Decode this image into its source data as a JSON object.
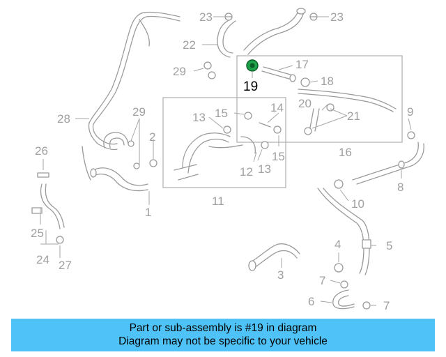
{
  "diagram": {
    "callouts": [
      {
        "id": "c23a",
        "label": "23"
      },
      {
        "id": "c23b",
        "label": "23"
      },
      {
        "id": "c22",
        "label": "22"
      },
      {
        "id": "c29a",
        "label": "29"
      },
      {
        "id": "c19",
        "label": "19"
      },
      {
        "id": "c17",
        "label": "17"
      },
      {
        "id": "c18",
        "label": "18"
      },
      {
        "id": "c20",
        "label": "20"
      },
      {
        "id": "c21",
        "label": "21"
      },
      {
        "id": "c16",
        "label": "16"
      },
      {
        "id": "c9",
        "label": "9"
      },
      {
        "id": "c28",
        "label": "28"
      },
      {
        "id": "c29b",
        "label": "29"
      },
      {
        "id": "c2",
        "label": "2"
      },
      {
        "id": "c13a",
        "label": "13"
      },
      {
        "id": "c15a",
        "label": "15"
      },
      {
        "id": "c14",
        "label": "14"
      },
      {
        "id": "c15b",
        "label": "15"
      },
      {
        "id": "c12",
        "label": "12"
      },
      {
        "id": "c13b",
        "label": "13"
      },
      {
        "id": "c11",
        "label": "11"
      },
      {
        "id": "c26",
        "label": "26"
      },
      {
        "id": "c1",
        "label": "1"
      },
      {
        "id": "c8",
        "label": "8"
      },
      {
        "id": "c10",
        "label": "10"
      },
      {
        "id": "c25",
        "label": "25"
      },
      {
        "id": "c24",
        "label": "24"
      },
      {
        "id": "c27",
        "label": "27"
      },
      {
        "id": "c4",
        "label": "4"
      },
      {
        "id": "c5",
        "label": "5"
      },
      {
        "id": "c3",
        "label": "3"
      },
      {
        "id": "c7a",
        "label": "7"
      },
      {
        "id": "c6",
        "label": "6"
      },
      {
        "id": "c7b",
        "label": "7"
      }
    ],
    "highlight_part": "19",
    "highlight_color": "#1fa34a"
  },
  "banner": {
    "line1": "Part or sub-assembly is #19 in diagram",
    "line2": "Diagram may not be specific to your vehicle",
    "background": "#4fc3f7"
  }
}
